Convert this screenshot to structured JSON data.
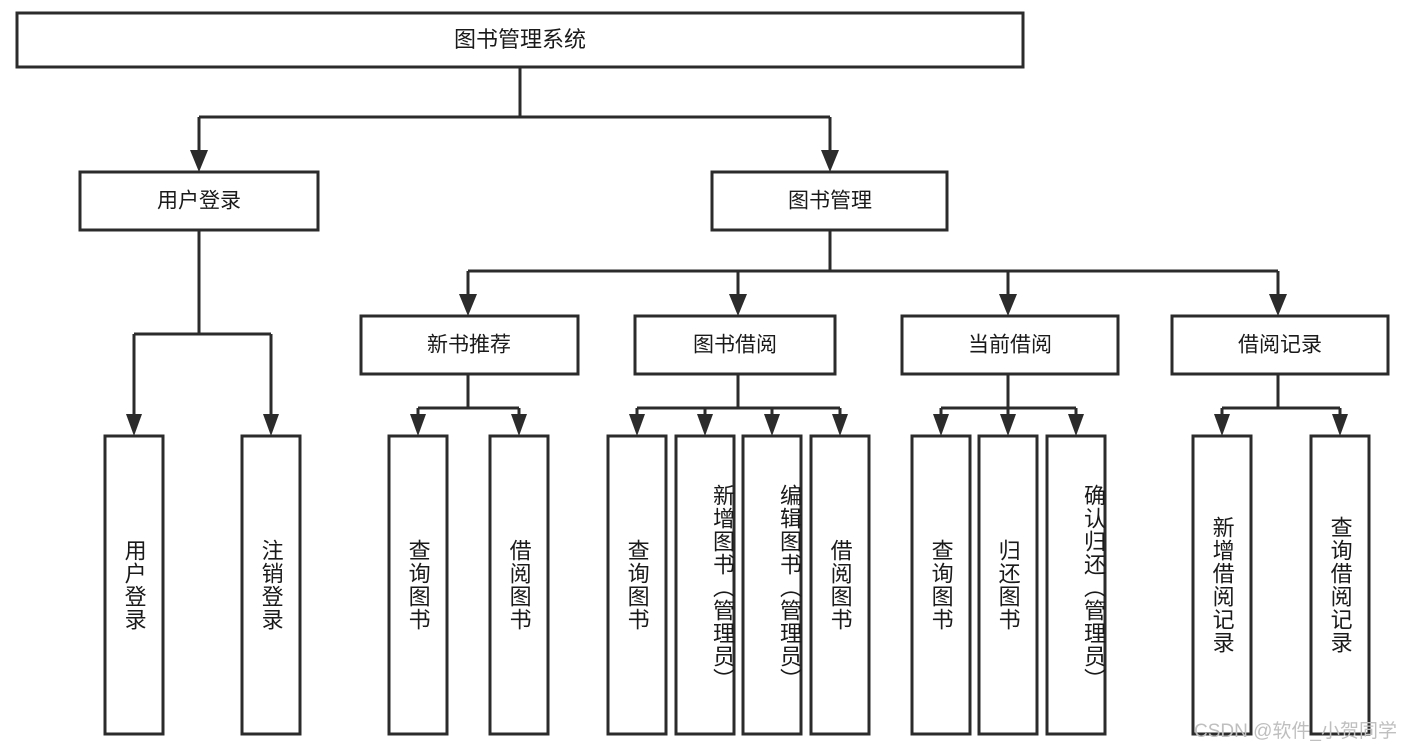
{
  "diagram": {
    "title": "图书管理系统",
    "watermark": "CSDN @软件_小贺同学",
    "colors": {
      "stroke": "#2b2b2b",
      "fill": "#ffffff",
      "text": "#1a1a1a",
      "watermark": "#bfbfbf",
      "background": "#ffffff"
    },
    "root": {
      "label": "图书管理系统"
    },
    "level2": [
      {
        "label": "用户登录"
      },
      {
        "label": "图书管理"
      }
    ],
    "level3": [
      {
        "label": "新书推荐"
      },
      {
        "label": "图书借阅"
      },
      {
        "label": "当前借阅"
      },
      {
        "label": "借阅记录"
      }
    ],
    "leaves": [
      {
        "label": "用户登录",
        "parent": "用户登录"
      },
      {
        "label": "注销登录",
        "parent": "用户登录"
      },
      {
        "label": "查询图书",
        "parent": "新书推荐"
      },
      {
        "label": "借阅图书",
        "parent": "新书推荐"
      },
      {
        "label": "查询图书",
        "parent": "图书借阅"
      },
      {
        "label": "新增图书（管理员）",
        "parent": "图书借阅"
      },
      {
        "label": "编辑图书（管理员）",
        "parent": "图书借阅"
      },
      {
        "label": "借阅图书",
        "parent": "图书借阅"
      },
      {
        "label": "查询图书",
        "parent": "当前借阅"
      },
      {
        "label": "归还图书",
        "parent": "当前借阅"
      },
      {
        "label": "确认归还（管理员）",
        "parent": "当前借阅"
      },
      {
        "label": "新增借阅记录",
        "parent": "借阅记录"
      },
      {
        "label": "查询借阅记录",
        "parent": "借阅记录"
      }
    ]
  },
  "chart_data": {
    "type": "diagram",
    "subtype": "tree",
    "title": "图书管理系统",
    "orientation": "top-down",
    "nodes": [
      {
        "id": "root",
        "label": "图书管理系统",
        "level": 0,
        "parent": null
      },
      {
        "id": "n-user-login",
        "label": "用户登录",
        "level": 1,
        "parent": "root"
      },
      {
        "id": "n-book-mgmt",
        "label": "图书管理",
        "level": 1,
        "parent": "root"
      },
      {
        "id": "n-new-book-rec",
        "label": "新书推荐",
        "level": 2,
        "parent": "n-book-mgmt"
      },
      {
        "id": "n-book-borrow",
        "label": "图书借阅",
        "level": 2,
        "parent": "n-book-mgmt"
      },
      {
        "id": "n-current-borrow",
        "label": "当前借阅",
        "level": 2,
        "parent": "n-book-mgmt"
      },
      {
        "id": "n-borrow-record",
        "label": "借阅记录",
        "level": 2,
        "parent": "n-book-mgmt"
      },
      {
        "id": "l1",
        "label": "用户登录",
        "level": 2,
        "parent": "n-user-login"
      },
      {
        "id": "l2",
        "label": "注销登录",
        "level": 2,
        "parent": "n-user-login"
      },
      {
        "id": "l3",
        "label": "查询图书",
        "level": 3,
        "parent": "n-new-book-rec"
      },
      {
        "id": "l4",
        "label": "借阅图书",
        "level": 3,
        "parent": "n-new-book-rec"
      },
      {
        "id": "l5",
        "label": "查询图书",
        "level": 3,
        "parent": "n-book-borrow"
      },
      {
        "id": "l6",
        "label": "新增图书（管理员）",
        "level": 3,
        "parent": "n-book-borrow"
      },
      {
        "id": "l7",
        "label": "编辑图书（管理员）",
        "level": 3,
        "parent": "n-book-borrow"
      },
      {
        "id": "l8",
        "label": "借阅图书",
        "level": 3,
        "parent": "n-book-borrow"
      },
      {
        "id": "l9",
        "label": "查询图书",
        "level": 3,
        "parent": "n-current-borrow"
      },
      {
        "id": "l10",
        "label": "归还图书",
        "level": 3,
        "parent": "n-current-borrow"
      },
      {
        "id": "l11",
        "label": "确认归还（管理员）",
        "level": 3,
        "parent": "n-current-borrow"
      },
      {
        "id": "l12",
        "label": "新增借阅记录",
        "level": 3,
        "parent": "n-borrow-record"
      },
      {
        "id": "l13",
        "label": "查询借阅记录",
        "level": 3,
        "parent": "n-borrow-record"
      }
    ],
    "edges": [
      {
        "from": "root",
        "to": "n-user-login"
      },
      {
        "from": "root",
        "to": "n-book-mgmt"
      },
      {
        "from": "n-user-login",
        "to": "l1"
      },
      {
        "from": "n-user-login",
        "to": "l2"
      },
      {
        "from": "n-book-mgmt",
        "to": "n-new-book-rec"
      },
      {
        "from": "n-book-mgmt",
        "to": "n-book-borrow"
      },
      {
        "from": "n-book-mgmt",
        "to": "n-current-borrow"
      },
      {
        "from": "n-book-mgmt",
        "to": "n-borrow-record"
      },
      {
        "from": "n-new-book-rec",
        "to": "l3"
      },
      {
        "from": "n-new-book-rec",
        "to": "l4"
      },
      {
        "from": "n-book-borrow",
        "to": "l5"
      },
      {
        "from": "n-book-borrow",
        "to": "l6"
      },
      {
        "from": "n-book-borrow",
        "to": "l7"
      },
      {
        "from": "n-book-borrow",
        "to": "l8"
      },
      {
        "from": "n-current-borrow",
        "to": "l9"
      },
      {
        "from": "n-current-borrow",
        "to": "l10"
      },
      {
        "from": "n-current-borrow",
        "to": "l11"
      },
      {
        "from": "n-borrow-record",
        "to": "l12"
      },
      {
        "from": "n-borrow-record",
        "to": "l13"
      }
    ]
  }
}
